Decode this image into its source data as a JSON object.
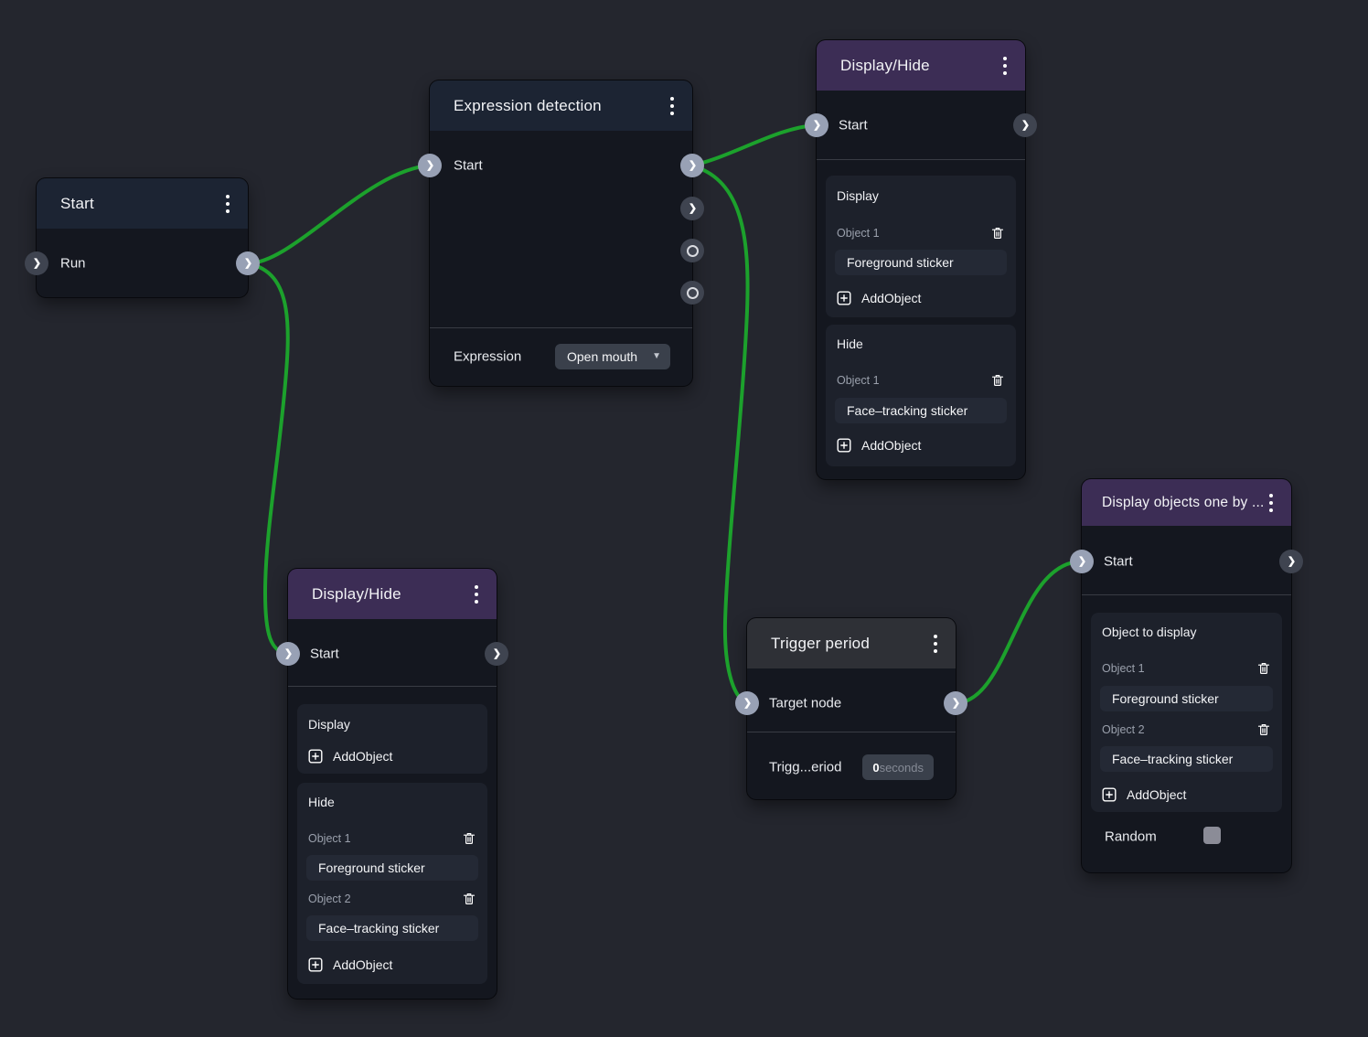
{
  "colors": {
    "wire": "#1ca12c",
    "header_purple": "#3c2d55",
    "header_dark": "#1c2433",
    "header_charcoal": "#2e3036"
  },
  "nodes": {
    "start": {
      "title": "Start",
      "run_label": "Run"
    },
    "expression_detection": {
      "title": "Expression detection",
      "start_label": "Start",
      "expression_label": "Expression",
      "expression_value": "Open mouth"
    },
    "display_hide_top": {
      "title": "Display/Hide",
      "start_label": "Start",
      "display": {
        "heading": "Display",
        "objects": [
          {
            "label": "Object 1",
            "value": "Foreground sticker"
          }
        ],
        "add_label": "AddObject"
      },
      "hide": {
        "heading": "Hide",
        "objects": [
          {
            "label": "Object 1",
            "value": "Face–tracking sticker"
          }
        ],
        "add_label": "AddObject"
      }
    },
    "display_hide_bottom": {
      "title": "Display/Hide",
      "start_label": "Start",
      "display": {
        "heading": "Display",
        "objects": [],
        "add_label": "AddObject"
      },
      "hide": {
        "heading": "Hide",
        "objects": [
          {
            "label": "Object 1",
            "value": "Foreground sticker"
          },
          {
            "label": "Object 2",
            "value": "Face–tracking sticker"
          }
        ],
        "add_label": "AddObject"
      }
    },
    "trigger_period": {
      "title": "Trigger period",
      "target_label": "Target node",
      "param_label": "Trigg...eriod",
      "param_value": "0",
      "param_unit": "seconds"
    },
    "display_one_by_one": {
      "title": "Display objects one by ...",
      "start_label": "Start",
      "section_heading": "Object to display",
      "objects": [
        {
          "label": "Object 1",
          "value": "Foreground sticker"
        },
        {
          "label": "Object 2",
          "value": "Face–tracking sticker"
        }
      ],
      "add_label": "AddObject",
      "random_label": "Random"
    }
  }
}
